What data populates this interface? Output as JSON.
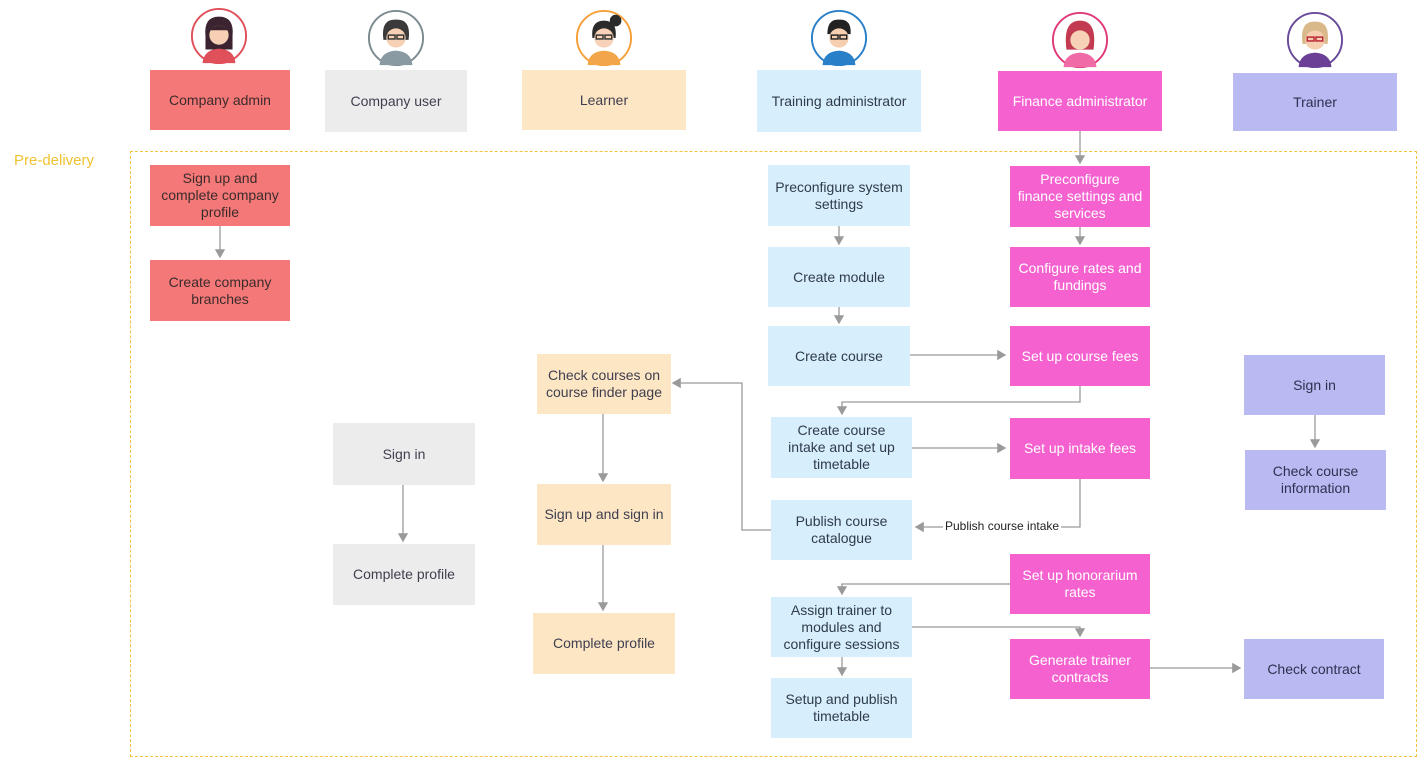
{
  "roles": {
    "company_admin": "Company admin",
    "company_user": "Company user",
    "learner": "Learner",
    "training_admin": "Training administrator",
    "finance_admin": "Finance administrator",
    "trainer": "Trainer"
  },
  "phase": "Pre-delivery",
  "steps": {
    "ca_signup": "Sign up and complete company profile",
    "ca_branches": "Create company branches",
    "cu_signin": "Sign in",
    "cu_profile": "Complete profile",
    "le_check": "Check courses on course finder page",
    "le_signup": "Sign up and sign in",
    "le_profile": "Complete profile",
    "ta_preconf": "Preconfigure system settings",
    "ta_module": "Create module",
    "ta_course": "Create course",
    "ta_intake": "Create course intake and set up timetable",
    "ta_publish": "Publish course catalogue",
    "ta_assign": "Assign trainer to modules and configure sessions",
    "ta_setup": "Setup and publish timetable",
    "fa_preconf": "Preconfigure finance settings and services",
    "fa_rates": "Configure rates and fundings",
    "fa_fees": "Set up course fees",
    "fa_intake": "Set up intake fees",
    "fa_honor": "Set up honorarium rates",
    "fa_contracts": "Generate trainer contracts",
    "tr_signin": "Sign in",
    "tr_info": "Check course information",
    "tr_contract": "Check contract"
  },
  "connector_labels": {
    "publish_intake": "Publish course intake"
  },
  "colors": {
    "company_admin": "#f57878",
    "company_user": "#ececec",
    "learner": "#fde6c4",
    "training_admin": "#d7eefd",
    "finance_admin": "#f562cf",
    "trainer": "#b9baf2",
    "phase": "#f1c232",
    "connector": "#9a9a9a"
  }
}
